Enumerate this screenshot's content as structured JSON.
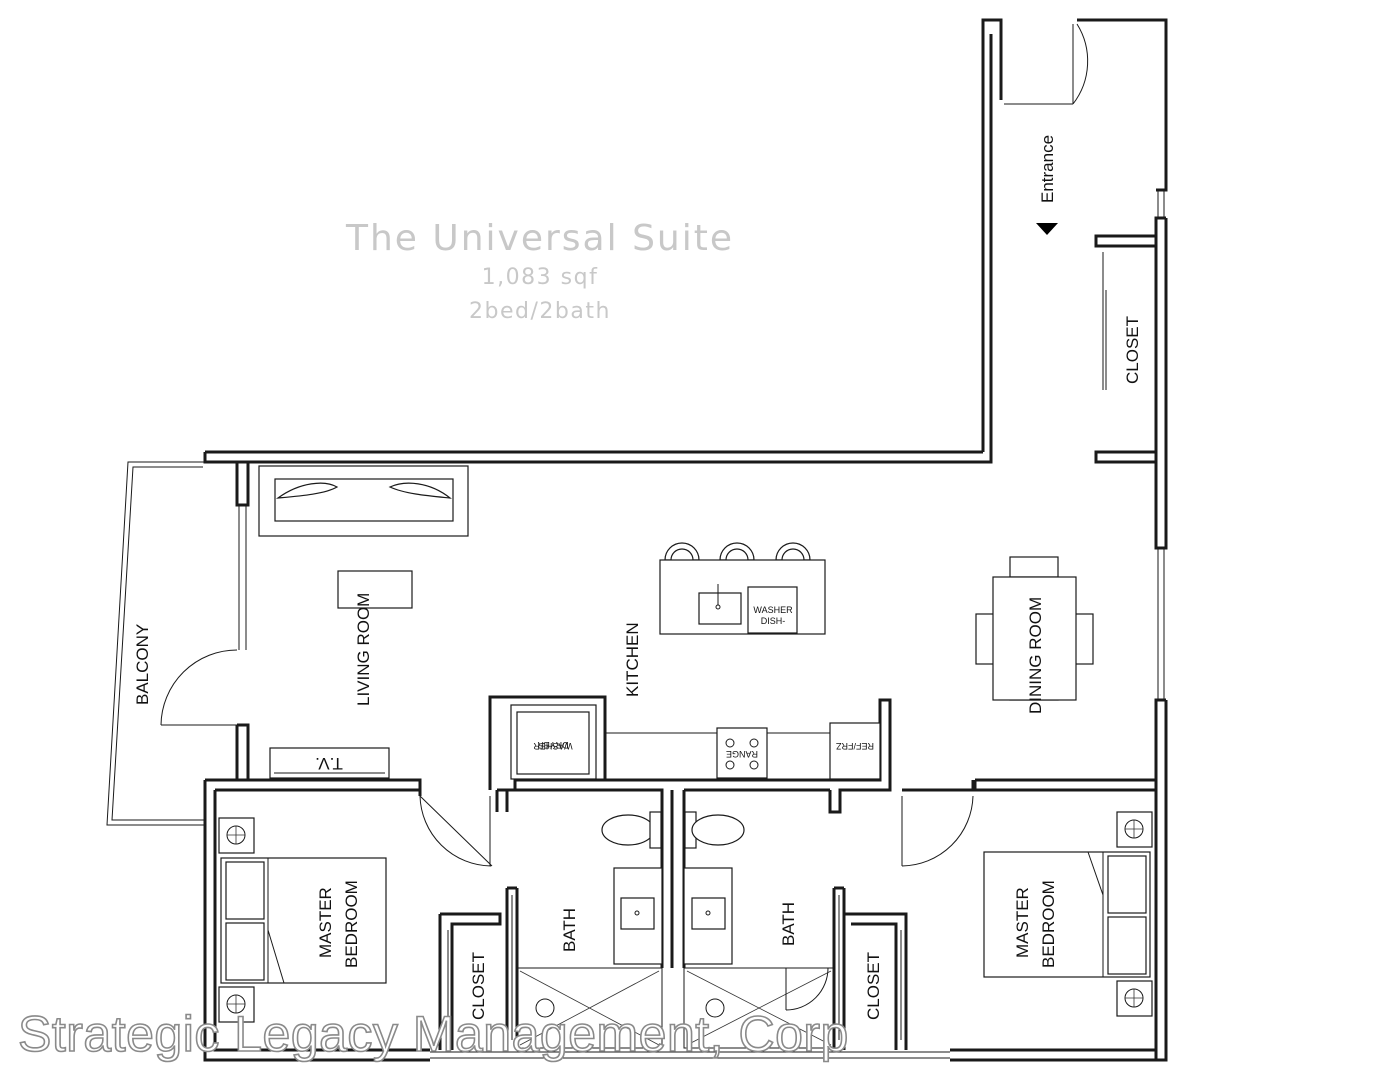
{
  "plan": {
    "title": "The Universal Suite",
    "area": "1,083 sqf",
    "layout": "2bed/2bath"
  },
  "rooms": {
    "entrance": "Entrance",
    "closet_entry": "CLOSET",
    "balcony": "BALCONY",
    "living_room": "LIVING ROOM",
    "kitchen": "KITCHEN",
    "dining_room": "DINING ROOM",
    "master_bedroom_left_1": "MASTER",
    "master_bedroom_left_2": "BEDROOM",
    "closet_left": "CLOSET",
    "bath_left": "BATH",
    "bath_right": "BATH",
    "closet_right": "CLOSET",
    "master_bedroom_right_1": "MASTER",
    "master_bedroom_right_2": "BEDROOM"
  },
  "fixtures": {
    "tv": "T.V.",
    "dishwasher_1": "DISH-",
    "dishwasher_2": "WASHER",
    "washer": "WASHER",
    "dryer": "DRYER",
    "range": "RANGE",
    "refrigerator": "REF/FRZ"
  },
  "watermark": "Strategic Legacy Management, Corp",
  "colors": {
    "walls": "#1a1a1a",
    "title": "#c8c8c8",
    "watermark_outline": "#8a8a8a"
  }
}
